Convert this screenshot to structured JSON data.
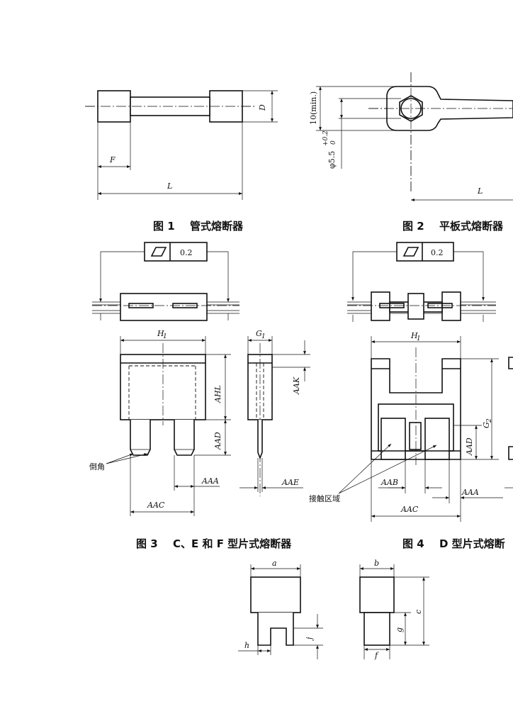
{
  "figures": {
    "fig1": {
      "caption_num": "图 1",
      "caption_text": "管式熔断器",
      "dims": {
        "D": "D",
        "F": "F",
        "L": "L"
      }
    },
    "fig2": {
      "caption_num": "图 2",
      "caption_text": "平板式熔断器",
      "dims": {
        "min": "10(min.)",
        "phi": "φ5.5",
        "tol_up": "+0.2",
        "tol_low": "0",
        "L": "L"
      }
    },
    "fig3": {
      "caption_num": "图 3",
      "caption_text": "C、E 和 F 型片式熔断器",
      "tolerance": "0.2",
      "dims": {
        "H1": "H",
        "H1_sub": "1",
        "G1": "G",
        "G1_sub": "1",
        "AHL": "AHL",
        "AAK": "AAK",
        "AAD": "AAD",
        "AAA": "AAA",
        "AAE": "AAE",
        "AAC": "AAC"
      },
      "chamfer_label": "倒角"
    },
    "fig4": {
      "caption_num": "图 4",
      "caption_text": "D 型片式熔断",
      "tolerance": "0.2",
      "dims": {
        "H1": "H",
        "H1_sub": "1",
        "G2": "G",
        "G2_sub": "2",
        "AAD": "AAD",
        "AAB": "AAB",
        "AAA": "AAA",
        "AAC": "AAC"
      },
      "contact_label": "接触区域"
    },
    "fig5": {
      "dims": {
        "a": "a",
        "h": "h",
        "j": "j",
        "b": "b",
        "c": "c",
        "g": "g",
        "f": "f"
      }
    }
  }
}
